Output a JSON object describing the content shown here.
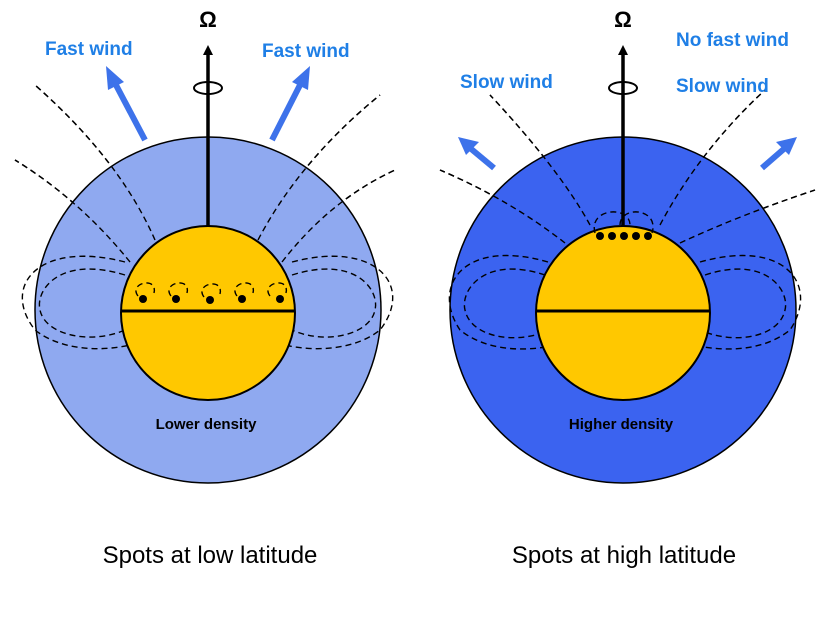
{
  "panels": [
    {
      "omega": "Ω",
      "wind_left": "Fast wind",
      "wind_right": "Fast wind",
      "density": "Lower density",
      "caption": "Spots at low latitude"
    },
    {
      "omega": "Ω",
      "wind_left": "Slow wind",
      "wind_top_right": "No fast wind",
      "wind_right": "Slow wind",
      "density": "Higher density",
      "caption": "Spots at high latitude"
    }
  ],
  "colors": {
    "corona_low_density": "#8fa9f0",
    "corona_high_density": "#3b63f0",
    "star": "#ffc800",
    "wind_text": "#1f7fe6",
    "wind_arrow": "#3d72ea"
  }
}
